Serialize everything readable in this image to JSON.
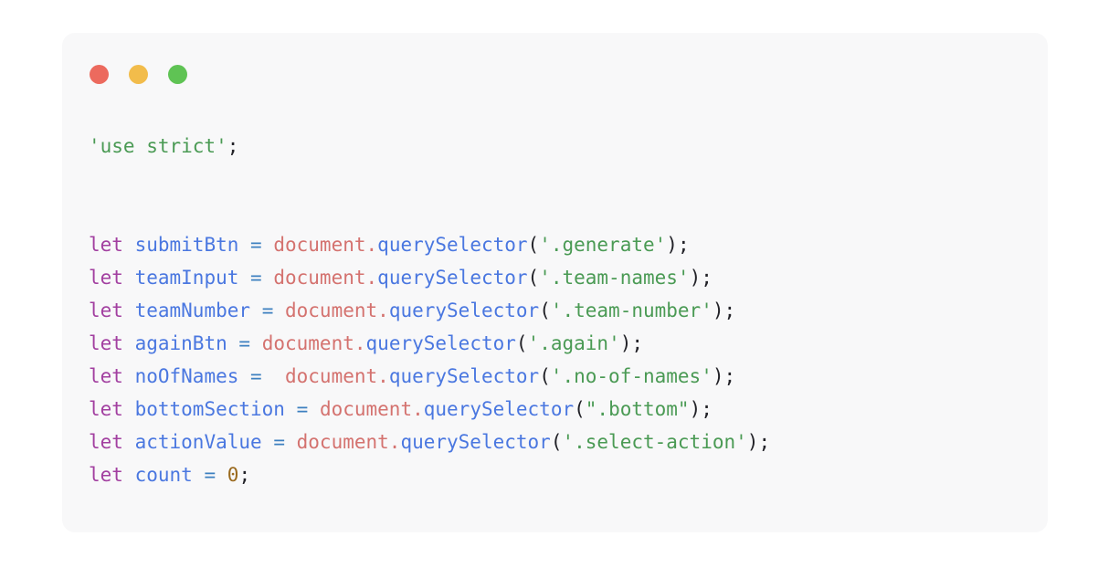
{
  "window": {
    "traffic_lights": [
      {
        "name": "close-dot",
        "color": "#ec6a5e"
      },
      {
        "name": "minimize-dot",
        "color": "#f2bc4b"
      },
      {
        "name": "maximize-dot",
        "color": "#5fc354"
      }
    ]
  },
  "card": {
    "background": "#f8f8f9"
  },
  "theme": {
    "page_background": "#ffffff",
    "keyword": "#a23fa0",
    "variable": "#4a77e0",
    "object": "#d4726f",
    "property": "#4a77e0",
    "operator": "#3d80c0",
    "string": "#4a9a54",
    "number": "#9a6a1e",
    "punctuation": "#222228"
  },
  "code": {
    "language": "javascript",
    "lines": [
      {
        "index": 1,
        "text": "'use strict';",
        "tokens": [
          {
            "t": "'use strict'",
            "c": "string"
          },
          {
            "t": ";",
            "c": "punct"
          }
        ]
      },
      {
        "index": 2,
        "text": "",
        "tokens": []
      },
      {
        "index": 3,
        "text": "",
        "tokens": []
      },
      {
        "index": 4,
        "text": "let submitBtn = document.querySelector('.generate');",
        "tokens": [
          {
            "t": "let",
            "c": "keyword"
          },
          {
            "t": " ",
            "c": "plain"
          },
          {
            "t": "submitBtn",
            "c": "variable"
          },
          {
            "t": " ",
            "c": "plain"
          },
          {
            "t": "=",
            "c": "operator"
          },
          {
            "t": " ",
            "c": "plain"
          },
          {
            "t": "document",
            "c": "object"
          },
          {
            "t": ".",
            "c": "object"
          },
          {
            "t": "querySelector",
            "c": "property"
          },
          {
            "t": "(",
            "c": "punct"
          },
          {
            "t": "'.generate'",
            "c": "string"
          },
          {
            "t": ")",
            "c": "punct"
          },
          {
            "t": ";",
            "c": "punct"
          }
        ]
      },
      {
        "index": 5,
        "text": "let teamInput = document.querySelector('.team-names');",
        "tokens": [
          {
            "t": "let",
            "c": "keyword"
          },
          {
            "t": " ",
            "c": "plain"
          },
          {
            "t": "teamInput",
            "c": "variable"
          },
          {
            "t": " ",
            "c": "plain"
          },
          {
            "t": "=",
            "c": "operator"
          },
          {
            "t": " ",
            "c": "plain"
          },
          {
            "t": "document",
            "c": "object"
          },
          {
            "t": ".",
            "c": "object"
          },
          {
            "t": "querySelector",
            "c": "property"
          },
          {
            "t": "(",
            "c": "punct"
          },
          {
            "t": "'.team-names'",
            "c": "string"
          },
          {
            "t": ")",
            "c": "punct"
          },
          {
            "t": ";",
            "c": "punct"
          }
        ]
      },
      {
        "index": 6,
        "text": "let teamNumber = document.querySelector('.team-number');",
        "tokens": [
          {
            "t": "let",
            "c": "keyword"
          },
          {
            "t": " ",
            "c": "plain"
          },
          {
            "t": "teamNumber",
            "c": "variable"
          },
          {
            "t": " ",
            "c": "plain"
          },
          {
            "t": "=",
            "c": "operator"
          },
          {
            "t": " ",
            "c": "plain"
          },
          {
            "t": "document",
            "c": "object"
          },
          {
            "t": ".",
            "c": "object"
          },
          {
            "t": "querySelector",
            "c": "property"
          },
          {
            "t": "(",
            "c": "punct"
          },
          {
            "t": "'.team-number'",
            "c": "string"
          },
          {
            "t": ")",
            "c": "punct"
          },
          {
            "t": ";",
            "c": "punct"
          }
        ]
      },
      {
        "index": 7,
        "text": "let againBtn = document.querySelector('.again');",
        "tokens": [
          {
            "t": "let",
            "c": "keyword"
          },
          {
            "t": " ",
            "c": "plain"
          },
          {
            "t": "againBtn",
            "c": "variable"
          },
          {
            "t": " ",
            "c": "plain"
          },
          {
            "t": "=",
            "c": "operator"
          },
          {
            "t": " ",
            "c": "plain"
          },
          {
            "t": "document",
            "c": "object"
          },
          {
            "t": ".",
            "c": "object"
          },
          {
            "t": "querySelector",
            "c": "property"
          },
          {
            "t": "(",
            "c": "punct"
          },
          {
            "t": "'.again'",
            "c": "string"
          },
          {
            "t": ")",
            "c": "punct"
          },
          {
            "t": ";",
            "c": "punct"
          }
        ]
      },
      {
        "index": 8,
        "text": "let noOfNames =  document.querySelector('.no-of-names');",
        "tokens": [
          {
            "t": "let",
            "c": "keyword"
          },
          {
            "t": " ",
            "c": "plain"
          },
          {
            "t": "noOfNames",
            "c": "variable"
          },
          {
            "t": " ",
            "c": "plain"
          },
          {
            "t": "=",
            "c": "operator"
          },
          {
            "t": "  ",
            "c": "plain"
          },
          {
            "t": "document",
            "c": "object"
          },
          {
            "t": ".",
            "c": "object"
          },
          {
            "t": "querySelector",
            "c": "property"
          },
          {
            "t": "(",
            "c": "punct"
          },
          {
            "t": "'.no-of-names'",
            "c": "string"
          },
          {
            "t": ")",
            "c": "punct"
          },
          {
            "t": ";",
            "c": "punct"
          }
        ]
      },
      {
        "index": 9,
        "text": "let bottomSection = document.querySelector(\".bottom\");",
        "tokens": [
          {
            "t": "let",
            "c": "keyword"
          },
          {
            "t": " ",
            "c": "plain"
          },
          {
            "t": "bottomSection",
            "c": "variable"
          },
          {
            "t": " ",
            "c": "plain"
          },
          {
            "t": "=",
            "c": "operator"
          },
          {
            "t": " ",
            "c": "plain"
          },
          {
            "t": "document",
            "c": "object"
          },
          {
            "t": ".",
            "c": "object"
          },
          {
            "t": "querySelector",
            "c": "property"
          },
          {
            "t": "(",
            "c": "punct"
          },
          {
            "t": "\".bottom\"",
            "c": "string"
          },
          {
            "t": ")",
            "c": "punct"
          },
          {
            "t": ";",
            "c": "punct"
          }
        ]
      },
      {
        "index": 10,
        "text": "let actionValue = document.querySelector('.select-action');",
        "tokens": [
          {
            "t": "let",
            "c": "keyword"
          },
          {
            "t": " ",
            "c": "plain"
          },
          {
            "t": "actionValue",
            "c": "variable"
          },
          {
            "t": " ",
            "c": "plain"
          },
          {
            "t": "=",
            "c": "operator"
          },
          {
            "t": " ",
            "c": "plain"
          },
          {
            "t": "document",
            "c": "object"
          },
          {
            "t": ".",
            "c": "object"
          },
          {
            "t": "querySelector",
            "c": "property"
          },
          {
            "t": "(",
            "c": "punct"
          },
          {
            "t": "'.select-action'",
            "c": "string"
          },
          {
            "t": ")",
            "c": "punct"
          },
          {
            "t": ";",
            "c": "punct"
          }
        ]
      },
      {
        "index": 11,
        "text": "let count = 0;",
        "tokens": [
          {
            "t": "let",
            "c": "keyword"
          },
          {
            "t": " ",
            "c": "plain"
          },
          {
            "t": "count",
            "c": "variable"
          },
          {
            "t": " ",
            "c": "plain"
          },
          {
            "t": "=",
            "c": "operator"
          },
          {
            "t": " ",
            "c": "plain"
          },
          {
            "t": "0",
            "c": "number"
          },
          {
            "t": ";",
            "c": "punct"
          }
        ]
      }
    ]
  }
}
